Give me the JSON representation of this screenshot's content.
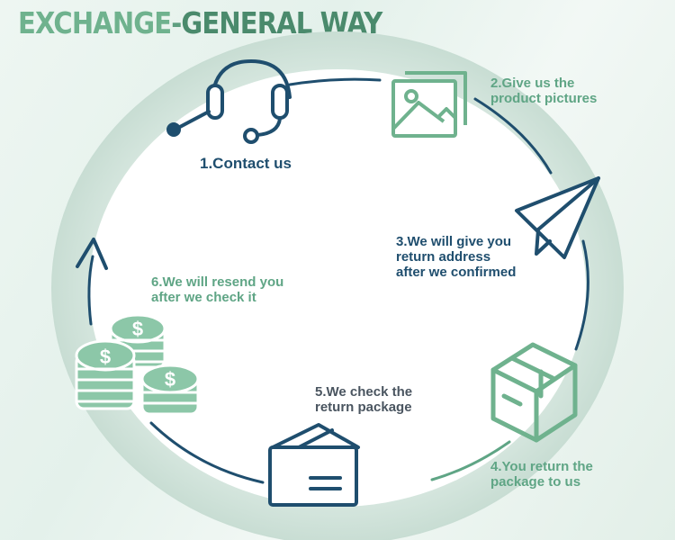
{
  "header": {
    "title_part1": "EXCHANGE",
    "title_dash": "-",
    "title_part2": "GENERAL WAY"
  },
  "steps": [
    {
      "lines": [
        "1.Contact us"
      ],
      "icon": "headset-icon",
      "color": "#1f4e6e"
    },
    {
      "lines": [
        "2.Give us the",
        "product pictures"
      ],
      "icon": "image-icon",
      "color": "#5fa585"
    },
    {
      "lines": [
        "3.We will give you",
        "return address",
        "after we confirmed"
      ],
      "icon": "paper-plane-icon",
      "color": "#1f4e6e"
    },
    {
      "lines": [
        "4.You return the",
        "package to us"
      ],
      "icon": "package-box-icon",
      "color": "#5fa585"
    },
    {
      "lines": [
        "5.We check the",
        "return package"
      ],
      "icon": "wallet-icon",
      "color": "#4a5560"
    },
    {
      "lines": [
        "6.We will resend you",
        "after we check it"
      ],
      "icon": "coins-icon",
      "color": "#5fa585"
    }
  ],
  "colors": {
    "navy": "#1f4e6e",
    "green": "#6fb28e",
    "light_green": "#8cc7a8"
  }
}
